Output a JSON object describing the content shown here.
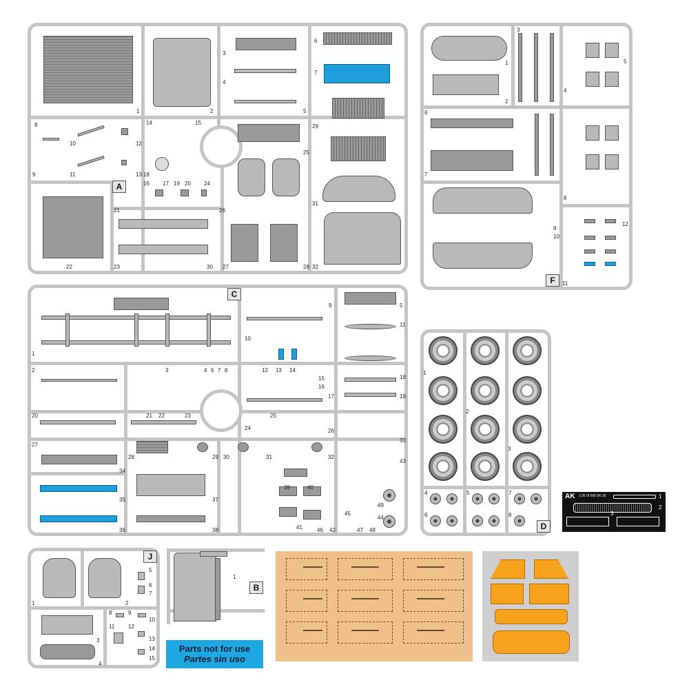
{
  "sprues": {
    "A": {
      "letter": "A",
      "numbers": [
        "1",
        "2",
        "3",
        "4",
        "5",
        "6",
        "7",
        "8",
        "9",
        "10",
        "11",
        "12",
        "13",
        "14",
        "15",
        "16",
        "17",
        "18",
        "19",
        "20",
        "21",
        "22",
        "23",
        "24",
        "25",
        "26",
        "27",
        "28",
        "29",
        "30",
        "31",
        "32"
      ]
    },
    "F": {
      "letter": "F",
      "numbers": [
        "1",
        "2",
        "3",
        "4",
        "5",
        "6",
        "7",
        "8",
        "9",
        "10",
        "11",
        "12"
      ]
    },
    "C": {
      "letter": "C",
      "numbers": [
        "1",
        "2",
        "3",
        "4",
        "5",
        "6",
        "7",
        "8",
        "9",
        "10",
        "11",
        "12",
        "13",
        "14",
        "15",
        "16",
        "17",
        "18",
        "19",
        "20",
        "21",
        "22",
        "23",
        "24",
        "25",
        "26",
        "27",
        "28",
        "29",
        "30",
        "31",
        "32",
        "33",
        "34",
        "35",
        "36",
        "37",
        "38",
        "39",
        "40",
        "41",
        "42",
        "43",
        "44",
        "45",
        "46",
        "47",
        "48",
        "49"
      ]
    },
    "D": {
      "letter": "D",
      "numbers": [
        "1",
        "2",
        "3",
        "4",
        "5",
        "6",
        "7",
        "8"
      ]
    },
    "J": {
      "letter": "J",
      "numbers": [
        "1",
        "2",
        "3",
        "4",
        "5",
        "6",
        "7",
        "8",
        "9",
        "10",
        "11",
        "12",
        "13",
        "14",
        "15"
      ]
    },
    "B": {
      "letter": "B",
      "numbers": [
        "1"
      ]
    }
  },
  "photoetch": {
    "brand": "AK",
    "code": "1:35 III 000 5K 35",
    "numbers": [
      "1",
      "2",
      "3"
    ]
  },
  "legend": {
    "line1": "Parts not for use",
    "line2": "Partes sin uso"
  },
  "colors": {
    "sprue": "#c4c4c4",
    "part": "#9a9a9a",
    "unused": "#1e9fdc",
    "decal": "#f0c08a",
    "mask": "#f7a21c",
    "notice": "#1ea7e1"
  }
}
